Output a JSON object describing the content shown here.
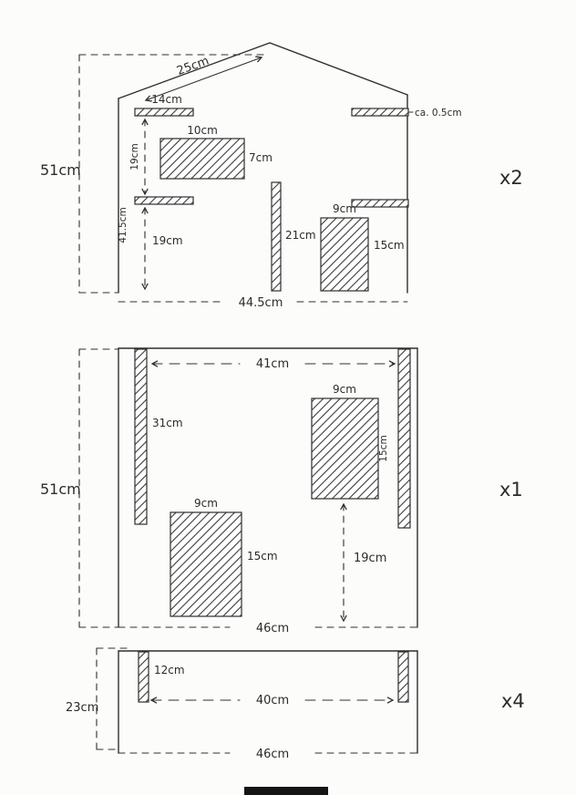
{
  "figure": {
    "background": "#fcfcfa",
    "ink": "#2f2f2f"
  },
  "front_panel": {
    "quantity_label": "x2",
    "roof_length": "25cm",
    "overall_height": "51cm",
    "top_shelf_length": "14cm",
    "board_thickness": "ca. 0.5cm",
    "window_width": "10cm",
    "window_height": "7cm",
    "upper_gap": "19cm",
    "wall_height": "41.5cm",
    "lower_gap": "19cm",
    "post_height": "21cm",
    "door_width": "9cm",
    "door_height": "15cm",
    "base_width": "44.5cm"
  },
  "middle_panel": {
    "quantity_label": "x1",
    "inner_width": "41cm",
    "left_strip_height": "31cm",
    "overall_height": "51cm",
    "upper_opening_width": "9cm",
    "upper_opening_height": "15cm",
    "gap_below_opening": "19cm",
    "lower_opening_width": "9cm",
    "lower_opening_height": "15cm",
    "base_width": "46cm"
  },
  "bottom_panel": {
    "quantity_label": "x4",
    "strip_height": "12cm",
    "overall_height": "23cm",
    "inner_width": "40cm",
    "base_width": "46cm"
  }
}
